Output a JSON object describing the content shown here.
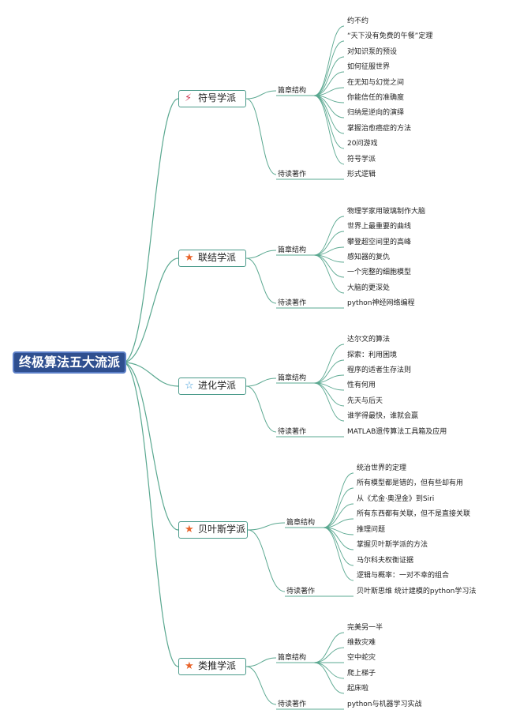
{
  "root_title": "终极算法五大流派",
  "structure_label": "篇章结构",
  "reading_label": "待读著作",
  "schools": [
    {
      "name": "符号学派",
      "icon": "wand-icon",
      "chapters": [
        "约不约",
        "“天下没有免费的午餐”定理",
        "对知识泵的预设",
        "如何征服世界",
        "在无知与幻觉之间",
        "你能信任的准确度",
        "归纳是逆向的演绎",
        "掌握治愈癌症的方法",
        "20问游戏",
        "符号学派"
      ],
      "reading": "形式逻辑"
    },
    {
      "name": "联结学派",
      "icon": "orange-star-icon",
      "chapters": [
        "物理学家用玻璃制作大脑",
        "世界上最重要的曲线",
        "攀登超空间里的高峰",
        "感知器的复仇",
        "一个完整的细胞模型",
        "大脑的更深处"
      ],
      "reading": "python神经网络编程"
    },
    {
      "name": "进化学派",
      "icon": "blue-star-icon",
      "chapters": [
        "达尔文的算法",
        "探索：利用困境",
        "程序的适者生存法则",
        "性有何用",
        "先天与后天",
        "谁学得最快，谁就会赢"
      ],
      "reading": "MATLAB遗传算法工具箱及应用"
    },
    {
      "name": "贝叶斯学派",
      "icon": "orange-star-icon",
      "chapters": [
        "统治世界的定理",
        "所有模型都是错的，但有些却有用",
        "从《尤金·奥涅金》到Siri",
        "所有东西都有关联，但不是直接关联",
        "推理问题",
        "掌握贝叶斯学派的方法",
        "马尔科夫权衡证据",
        "逻辑与概率：一对不幸的组合"
      ],
      "reading": "贝叶斯思维  统计建模的python学习法"
    },
    {
      "name": "类推学派",
      "icon": "orange-star-icon",
      "chapters": [
        "完美另一半",
        "维数灾难",
        "空中蛇灾",
        "爬上梯子",
        "起床啦"
      ],
      "reading": "python与机器学习实战"
    }
  ],
  "colors": {
    "branch": "#5aa890",
    "root_bg": "#2f4f8f",
    "root_border": "#5c7fc7",
    "star_orange": "#e8632a",
    "star_blue": "#3a9ad8",
    "wand": "#d0405a"
  }
}
